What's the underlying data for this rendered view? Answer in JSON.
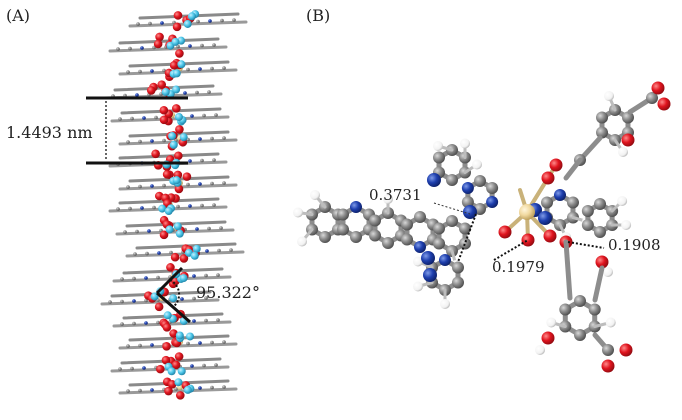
{
  "panels": {
    "a": "(A)",
    "b": "(B)"
  },
  "panel_a": {
    "layer_spacing": "1.4493 nm",
    "angle": "95.322°"
  },
  "panel_b": {
    "distances": [
      "0.3731",
      "0.1979",
      "0.1908"
    ]
  },
  "colors": {
    "oxygen": "#e0141e",
    "nitrogen": "#1e3fae",
    "carbon": "#8a8a8a",
    "hydrogen": "#ffffff",
    "metal": "#f1d9a0",
    "water_cyan": "#4fc8ea"
  }
}
